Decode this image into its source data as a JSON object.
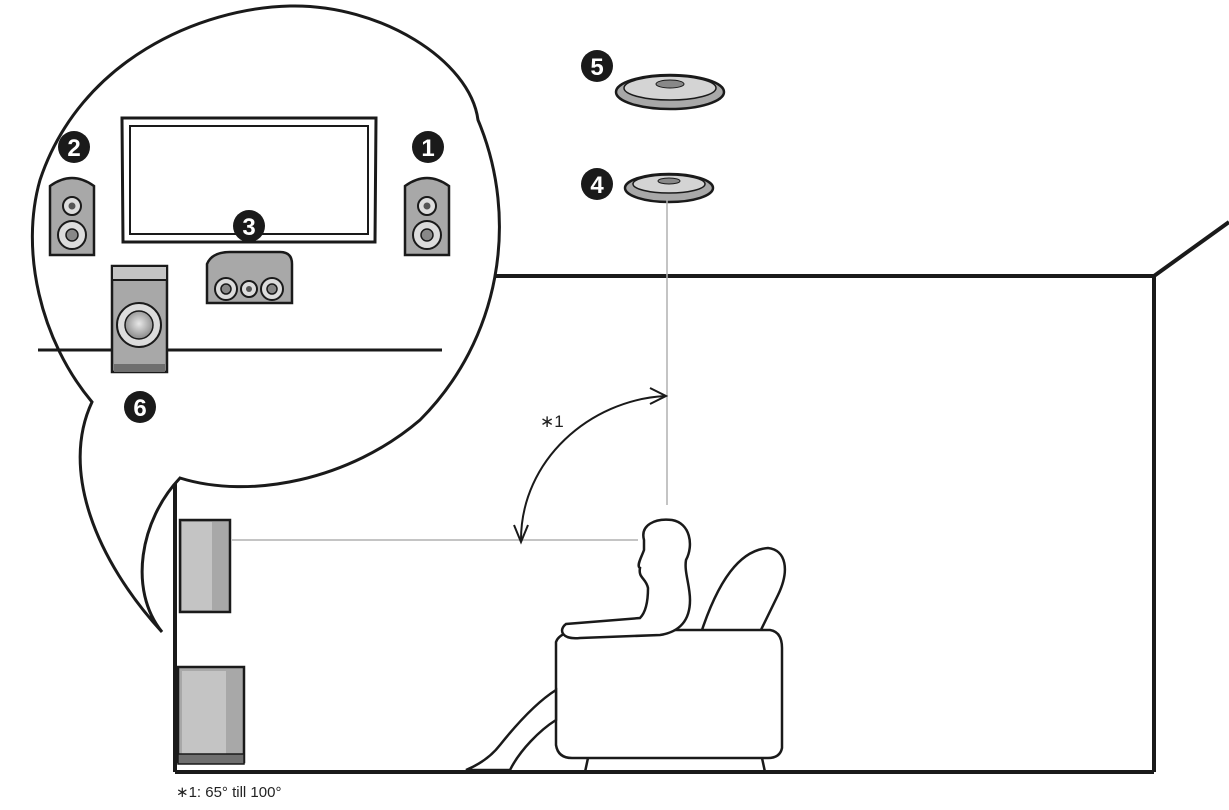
{
  "badges": {
    "b1": "1",
    "b2": "2",
    "b3": "3",
    "b4": "4",
    "b5": "5",
    "b6": "6"
  },
  "angle_mark": "∗1",
  "footnote": "∗1: 65° till 100°",
  "colors": {
    "line": "#1a1a1a",
    "speaker_fill": "#a8a8a8",
    "speaker_dark": "#6f6f6f",
    "badge": "#1a1a1a",
    "guide_line": "#b0b0b0"
  },
  "icons": [
    "front-right-speaker-icon",
    "front-left-speaker-icon",
    "center-speaker-icon",
    "top-middle-ceiling-speaker-icon",
    "top-front-ceiling-speaker-icon",
    "subwoofer-icon",
    "tv-icon",
    "listener-icon",
    "armchair-icon"
  ]
}
